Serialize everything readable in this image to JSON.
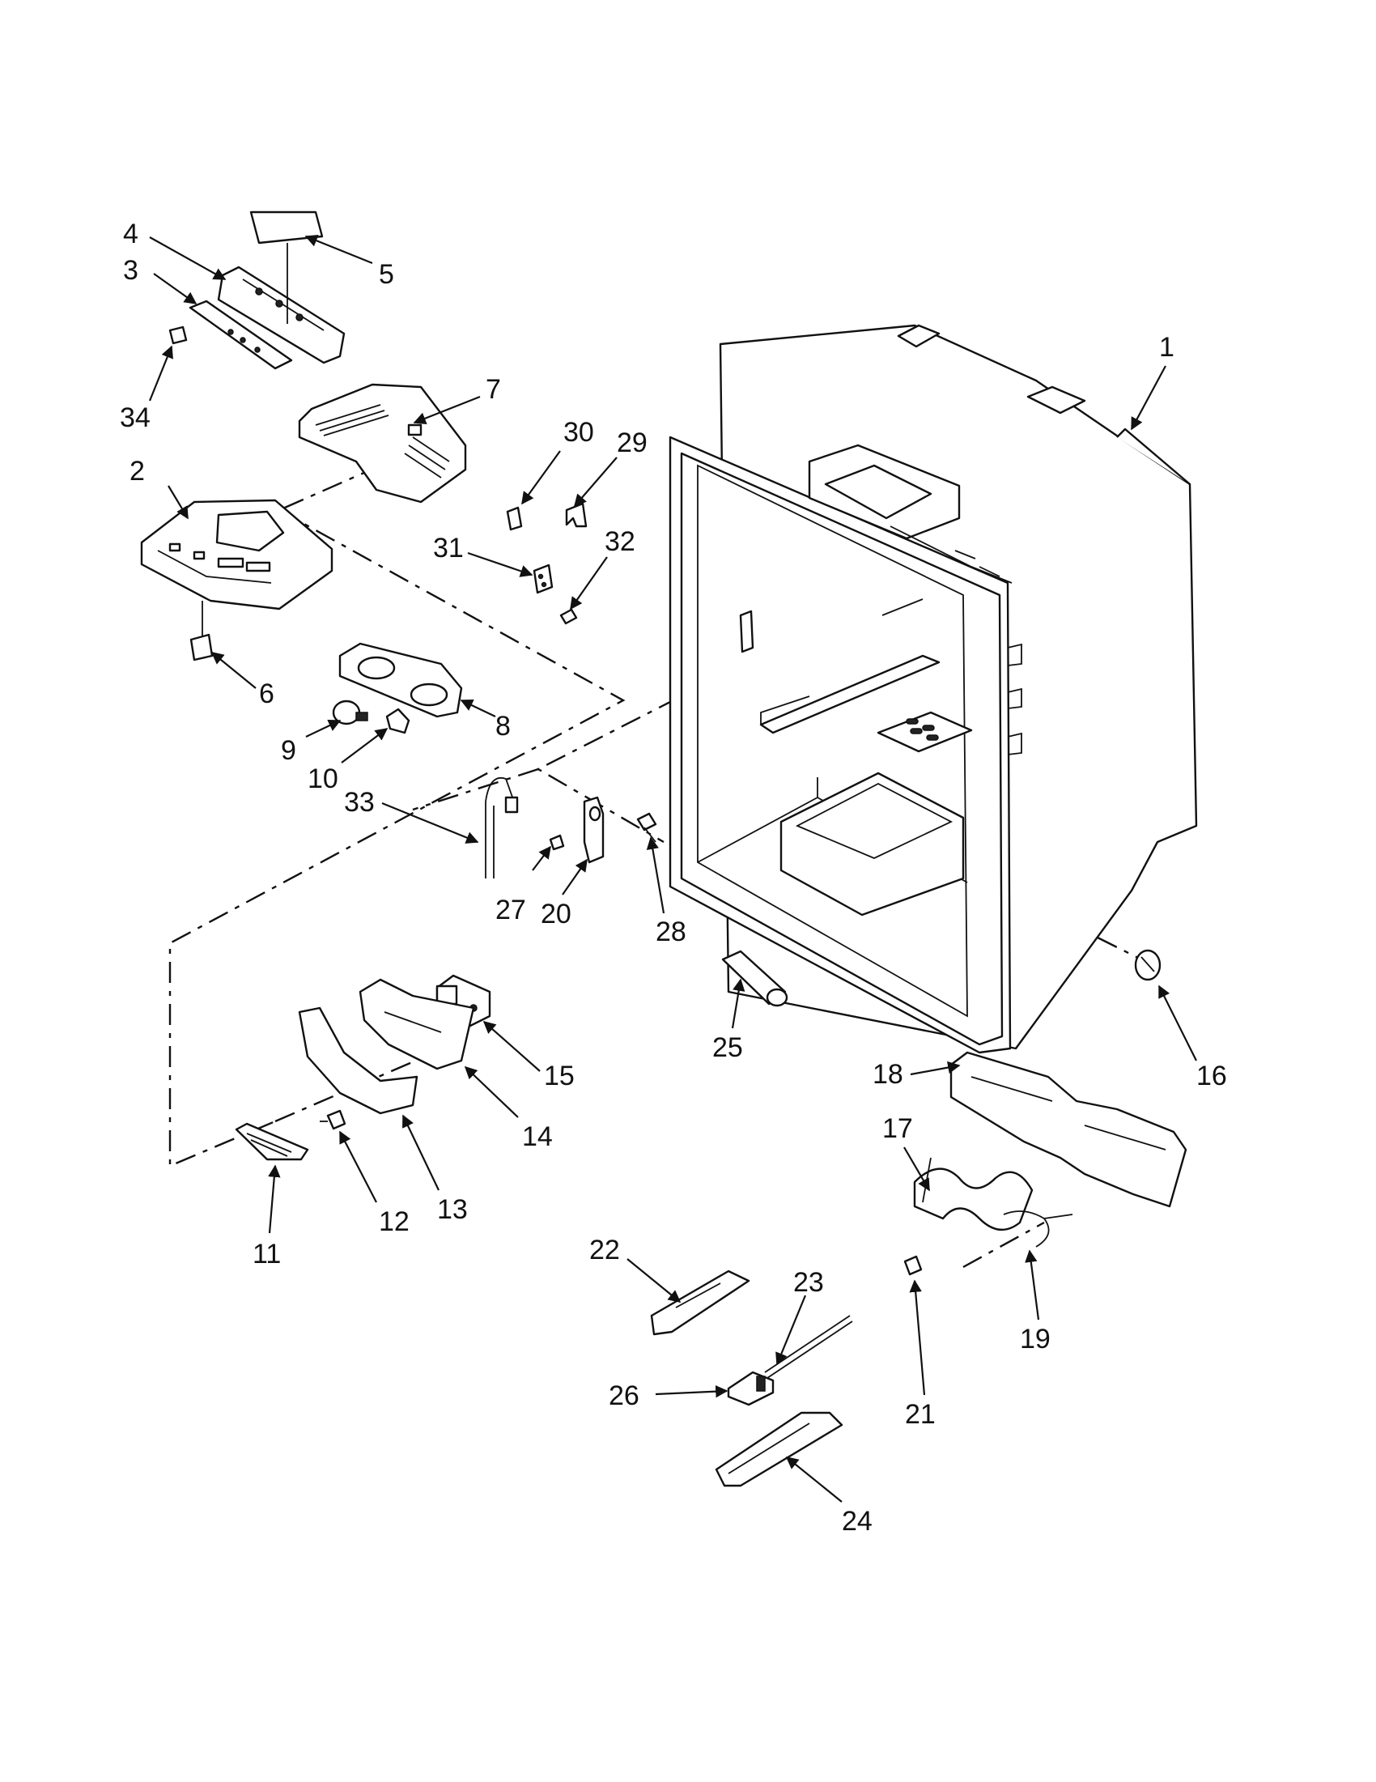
{
  "diagram": {
    "colors": {
      "ink": "#111111",
      "paper": "#ffffff"
    },
    "callouts": {
      "c1": "1",
      "c2": "2",
      "c3": "3",
      "c4": "4",
      "c5": "5",
      "c6": "6",
      "c7": "7",
      "c8": "8",
      "c9": "9",
      "c10": "10",
      "c11": "11",
      "c12": "12",
      "c13": "13",
      "c14": "14",
      "c15": "15",
      "c16": "16",
      "c17": "17",
      "c18": "18",
      "c19": "19",
      "c20": "20",
      "c21": "21",
      "c22": "22",
      "c23": "23",
      "c24": "24",
      "c25": "25",
      "c26": "26",
      "c27": "27",
      "c28": "28",
      "c29": "29",
      "c30": "30",
      "c31": "31",
      "c32": "32",
      "c33": "33",
      "c34": "34"
    }
  }
}
